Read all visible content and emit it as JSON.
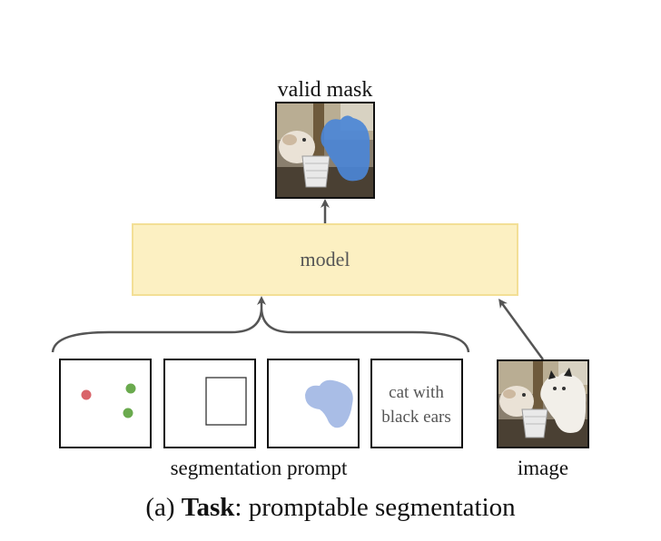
{
  "output_label": "valid mask",
  "model_label": "model",
  "prompt_group_label": "segmentation prompt",
  "image_label": "image",
  "text_prompt": {
    "line1": "cat with",
    "line2": "black ears"
  },
  "caption": {
    "prefix": "(a) ",
    "bold": "Task",
    "suffix": ": promptable segmentation"
  },
  "colors": {
    "model_fill": "#fcf0c2",
    "model_border": "#f3df96",
    "arrow": "#555555",
    "point_negative": "#d9646a",
    "point_positive": "#6aaa4e",
    "mask_blob": "#a9bde6",
    "mask_overlay": "#4b86d6"
  },
  "icons": [
    "arrow-up-icon",
    "curly-brace-icon",
    "red-point-icon",
    "green-point-icon",
    "box-prompt-icon",
    "mask-blob-icon"
  ]
}
